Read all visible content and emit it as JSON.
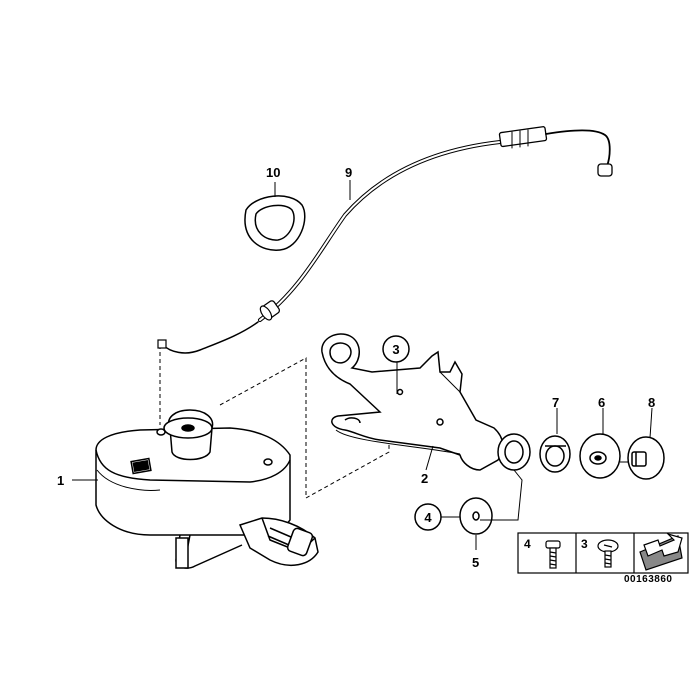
{
  "diagram": {
    "parts": [
      {
        "number": "1",
        "name": "tank"
      },
      {
        "number": "2",
        "name": "bracket"
      },
      {
        "number": "3",
        "name": "screw-ref"
      },
      {
        "number": "4",
        "name": "bolt-ref"
      },
      {
        "number": "5",
        "name": "washer"
      },
      {
        "number": "6",
        "name": "rubber-grommet"
      },
      {
        "number": "7",
        "name": "spacer-sleeve"
      },
      {
        "number": "8",
        "name": "collar-washer"
      },
      {
        "number": "9",
        "name": "cable"
      },
      {
        "number": "10",
        "name": "grommet"
      }
    ],
    "legend": {
      "bolt_number": "4",
      "screw_number": "3"
    },
    "drawing_id": "00163860"
  }
}
